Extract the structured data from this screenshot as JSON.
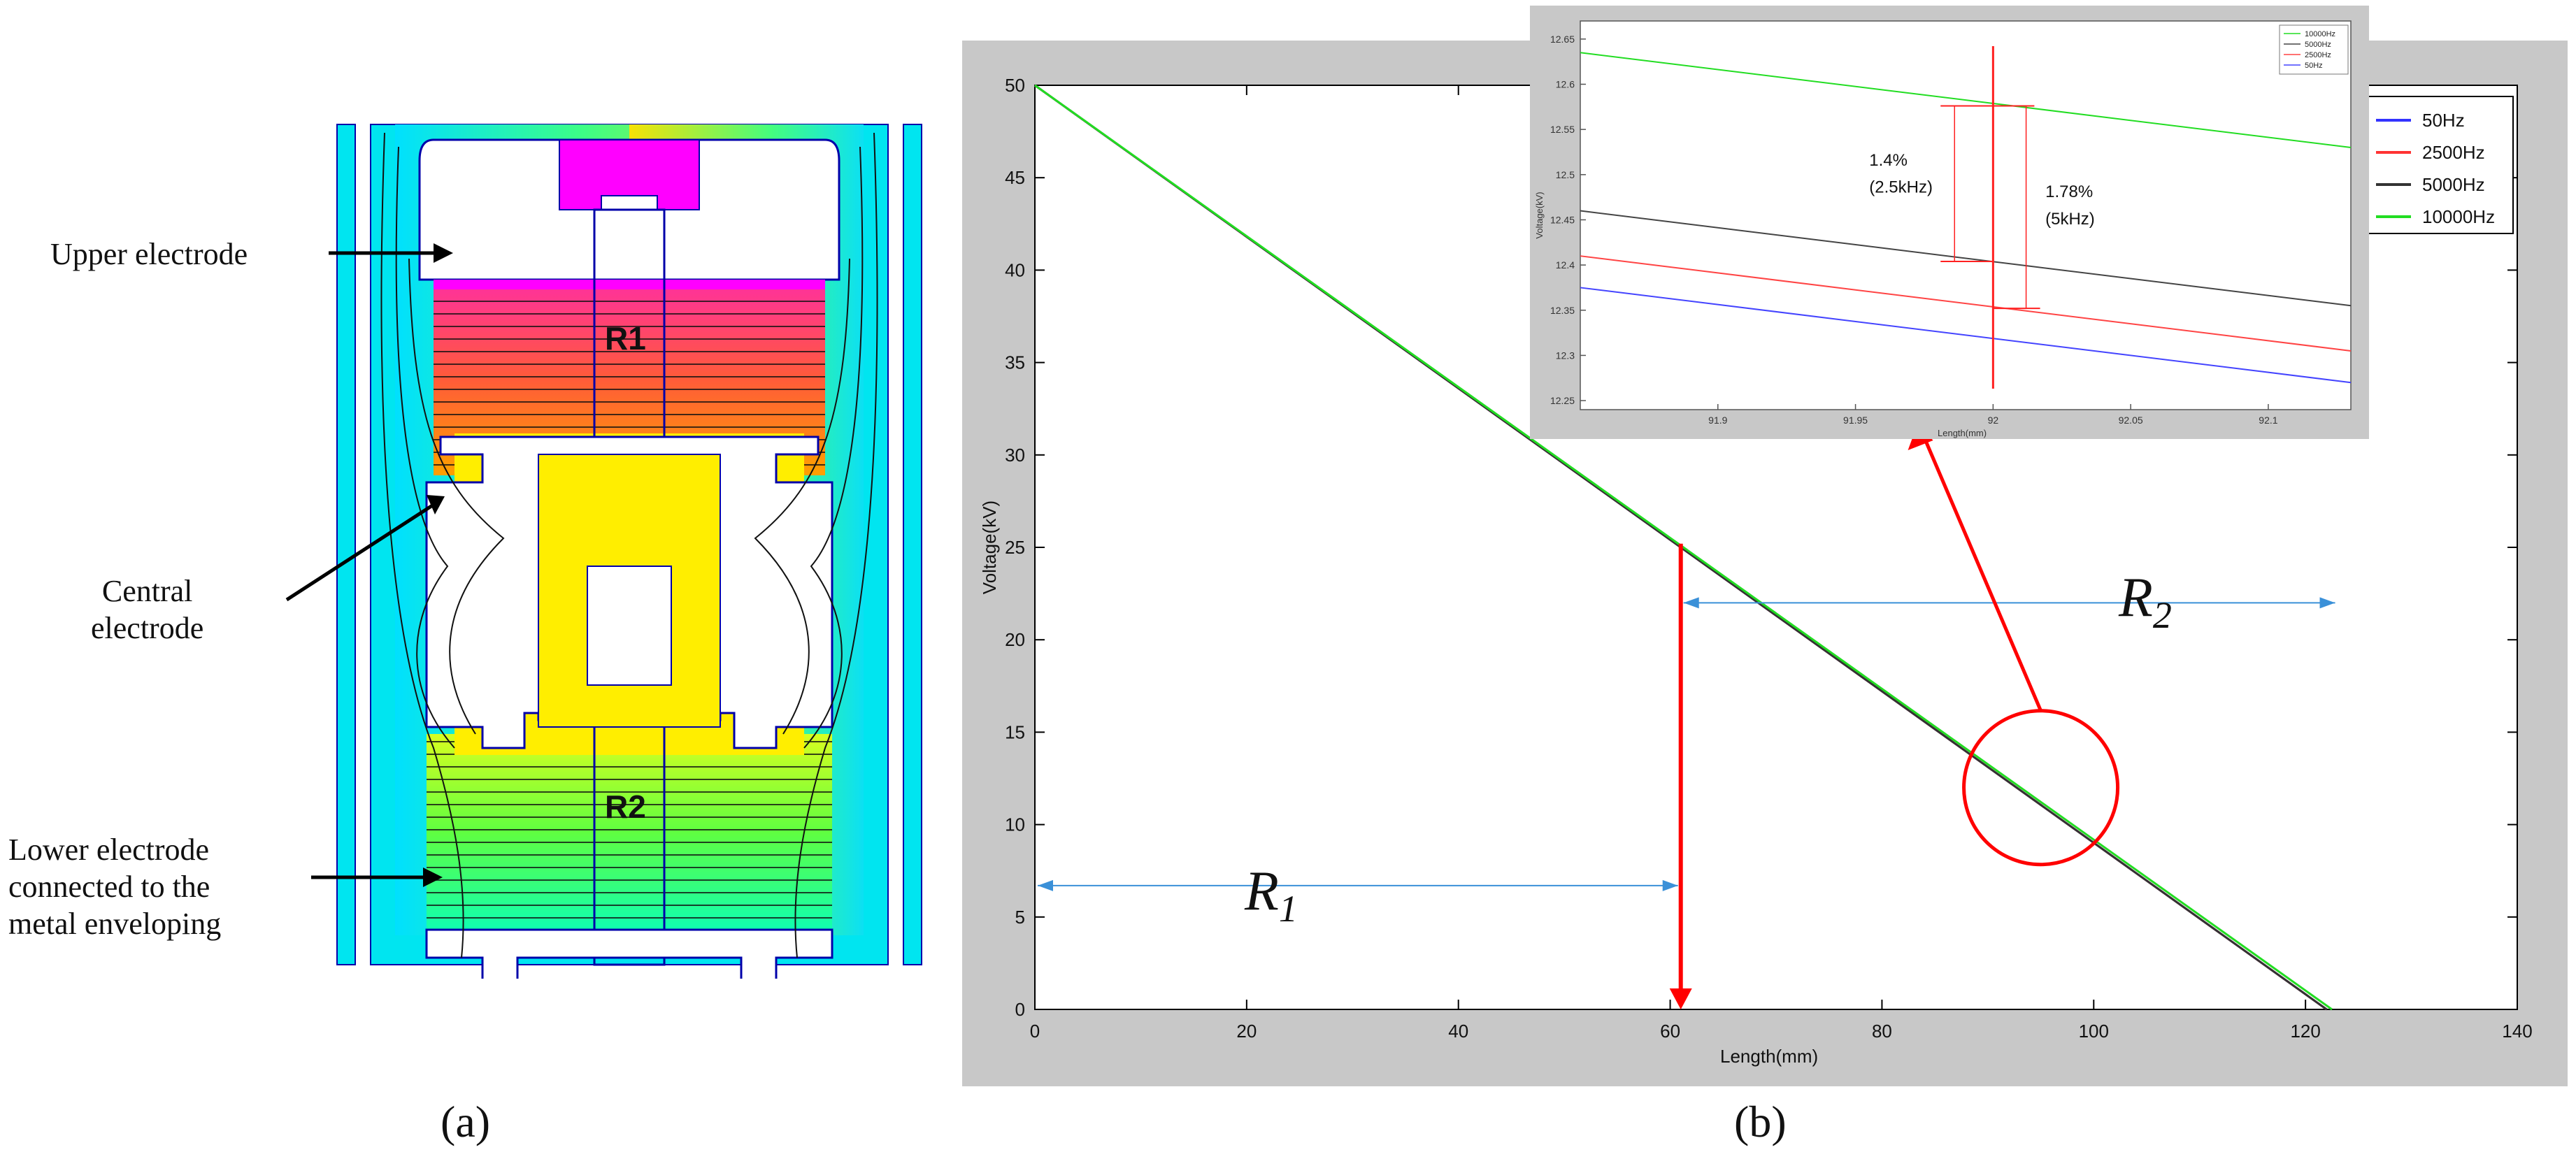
{
  "panel_a": {
    "label": "(a)",
    "annotations": {
      "upper": "Upper electrode",
      "central": "Central\nelectrode",
      "lower": "Lower electrode\nconnected to the\nmetal enveloping"
    },
    "region_labels": [
      "R1",
      "R2"
    ],
    "colors": {
      "cyan": "#00e5f0",
      "magenta": "#ff00ff",
      "yellow": "#ffee00"
    }
  },
  "panel_b": {
    "label": "(b)",
    "r1_label": "R",
    "r1_sub": "1",
    "r2_label": "R",
    "r2_sub": "2"
  },
  "chart_data": [
    {
      "type": "line",
      "xlabel": "Length(mm)",
      "ylabel": "Voltage(kV)",
      "xlim": [
        0,
        140
      ],
      "ylim": [
        0,
        50
      ],
      "x_ticks": [
        0,
        20,
        40,
        60,
        80,
        100,
        120,
        140
      ],
      "y_ticks": [
        0,
        5,
        10,
        15,
        20,
        25,
        30,
        35,
        40,
        45,
        50
      ],
      "legend_position": "top-right",
      "series": [
        {
          "name": "50Hz",
          "color": "#3333ff",
          "x": [
            0,
            122
          ],
          "y": [
            50,
            0
          ]
        },
        {
          "name": "2500Hz",
          "color": "#ff3333",
          "x": [
            0,
            122
          ],
          "y": [
            50,
            0
          ]
        },
        {
          "name": "5000Hz",
          "color": "#333333",
          "x": [
            0,
            122
          ],
          "y": [
            50,
            0
          ]
        },
        {
          "name": "10000Hz",
          "color": "#22dd22",
          "x": [
            0,
            122.5
          ],
          "y": [
            50,
            0
          ]
        }
      ],
      "markers": {
        "split_x": 61,
        "split_y": 25.2,
        "circle_x": 95,
        "circle_y": 12
      }
    },
    {
      "type": "line",
      "xlabel": "Length(mm)",
      "ylabel": "Voltage(kV)",
      "xlim": [
        91.85,
        92.13
      ],
      "ylim": [
        12.24,
        12.67
      ],
      "x_ticks": [
        91.9,
        91.95,
        92,
        92.05,
        92.1
      ],
      "y_ticks": [
        12.25,
        12.3,
        12.35,
        12.4,
        12.45,
        12.5,
        12.55,
        12.6,
        12.65
      ],
      "legend_position": "top-right",
      "legend_order": [
        "10000Hz",
        "5000Hz",
        "2500Hz",
        "50Hz"
      ],
      "series": [
        {
          "name": "10000Hz",
          "color": "#22dd22",
          "x": [
            91.85,
            92.13
          ],
          "y": [
            12.635,
            12.53
          ]
        },
        {
          "name": "5000Hz",
          "color": "#444444",
          "x": [
            91.85,
            92.13
          ],
          "y": [
            12.46,
            12.355
          ]
        },
        {
          "name": "2500Hz",
          "color": "#ff4444",
          "x": [
            91.85,
            92.13
          ],
          "y": [
            12.41,
            12.305
          ]
        },
        {
          "name": "50Hz",
          "color": "#4444ff",
          "x": [
            91.85,
            92.13
          ],
          "y": [
            12.375,
            12.27
          ]
        }
      ],
      "annotations": [
        {
          "text1": "1.4%",
          "text2": "(2.5kHz)"
        },
        {
          "text1": "1.78%",
          "text2": "(5kHz)"
        }
      ]
    }
  ]
}
